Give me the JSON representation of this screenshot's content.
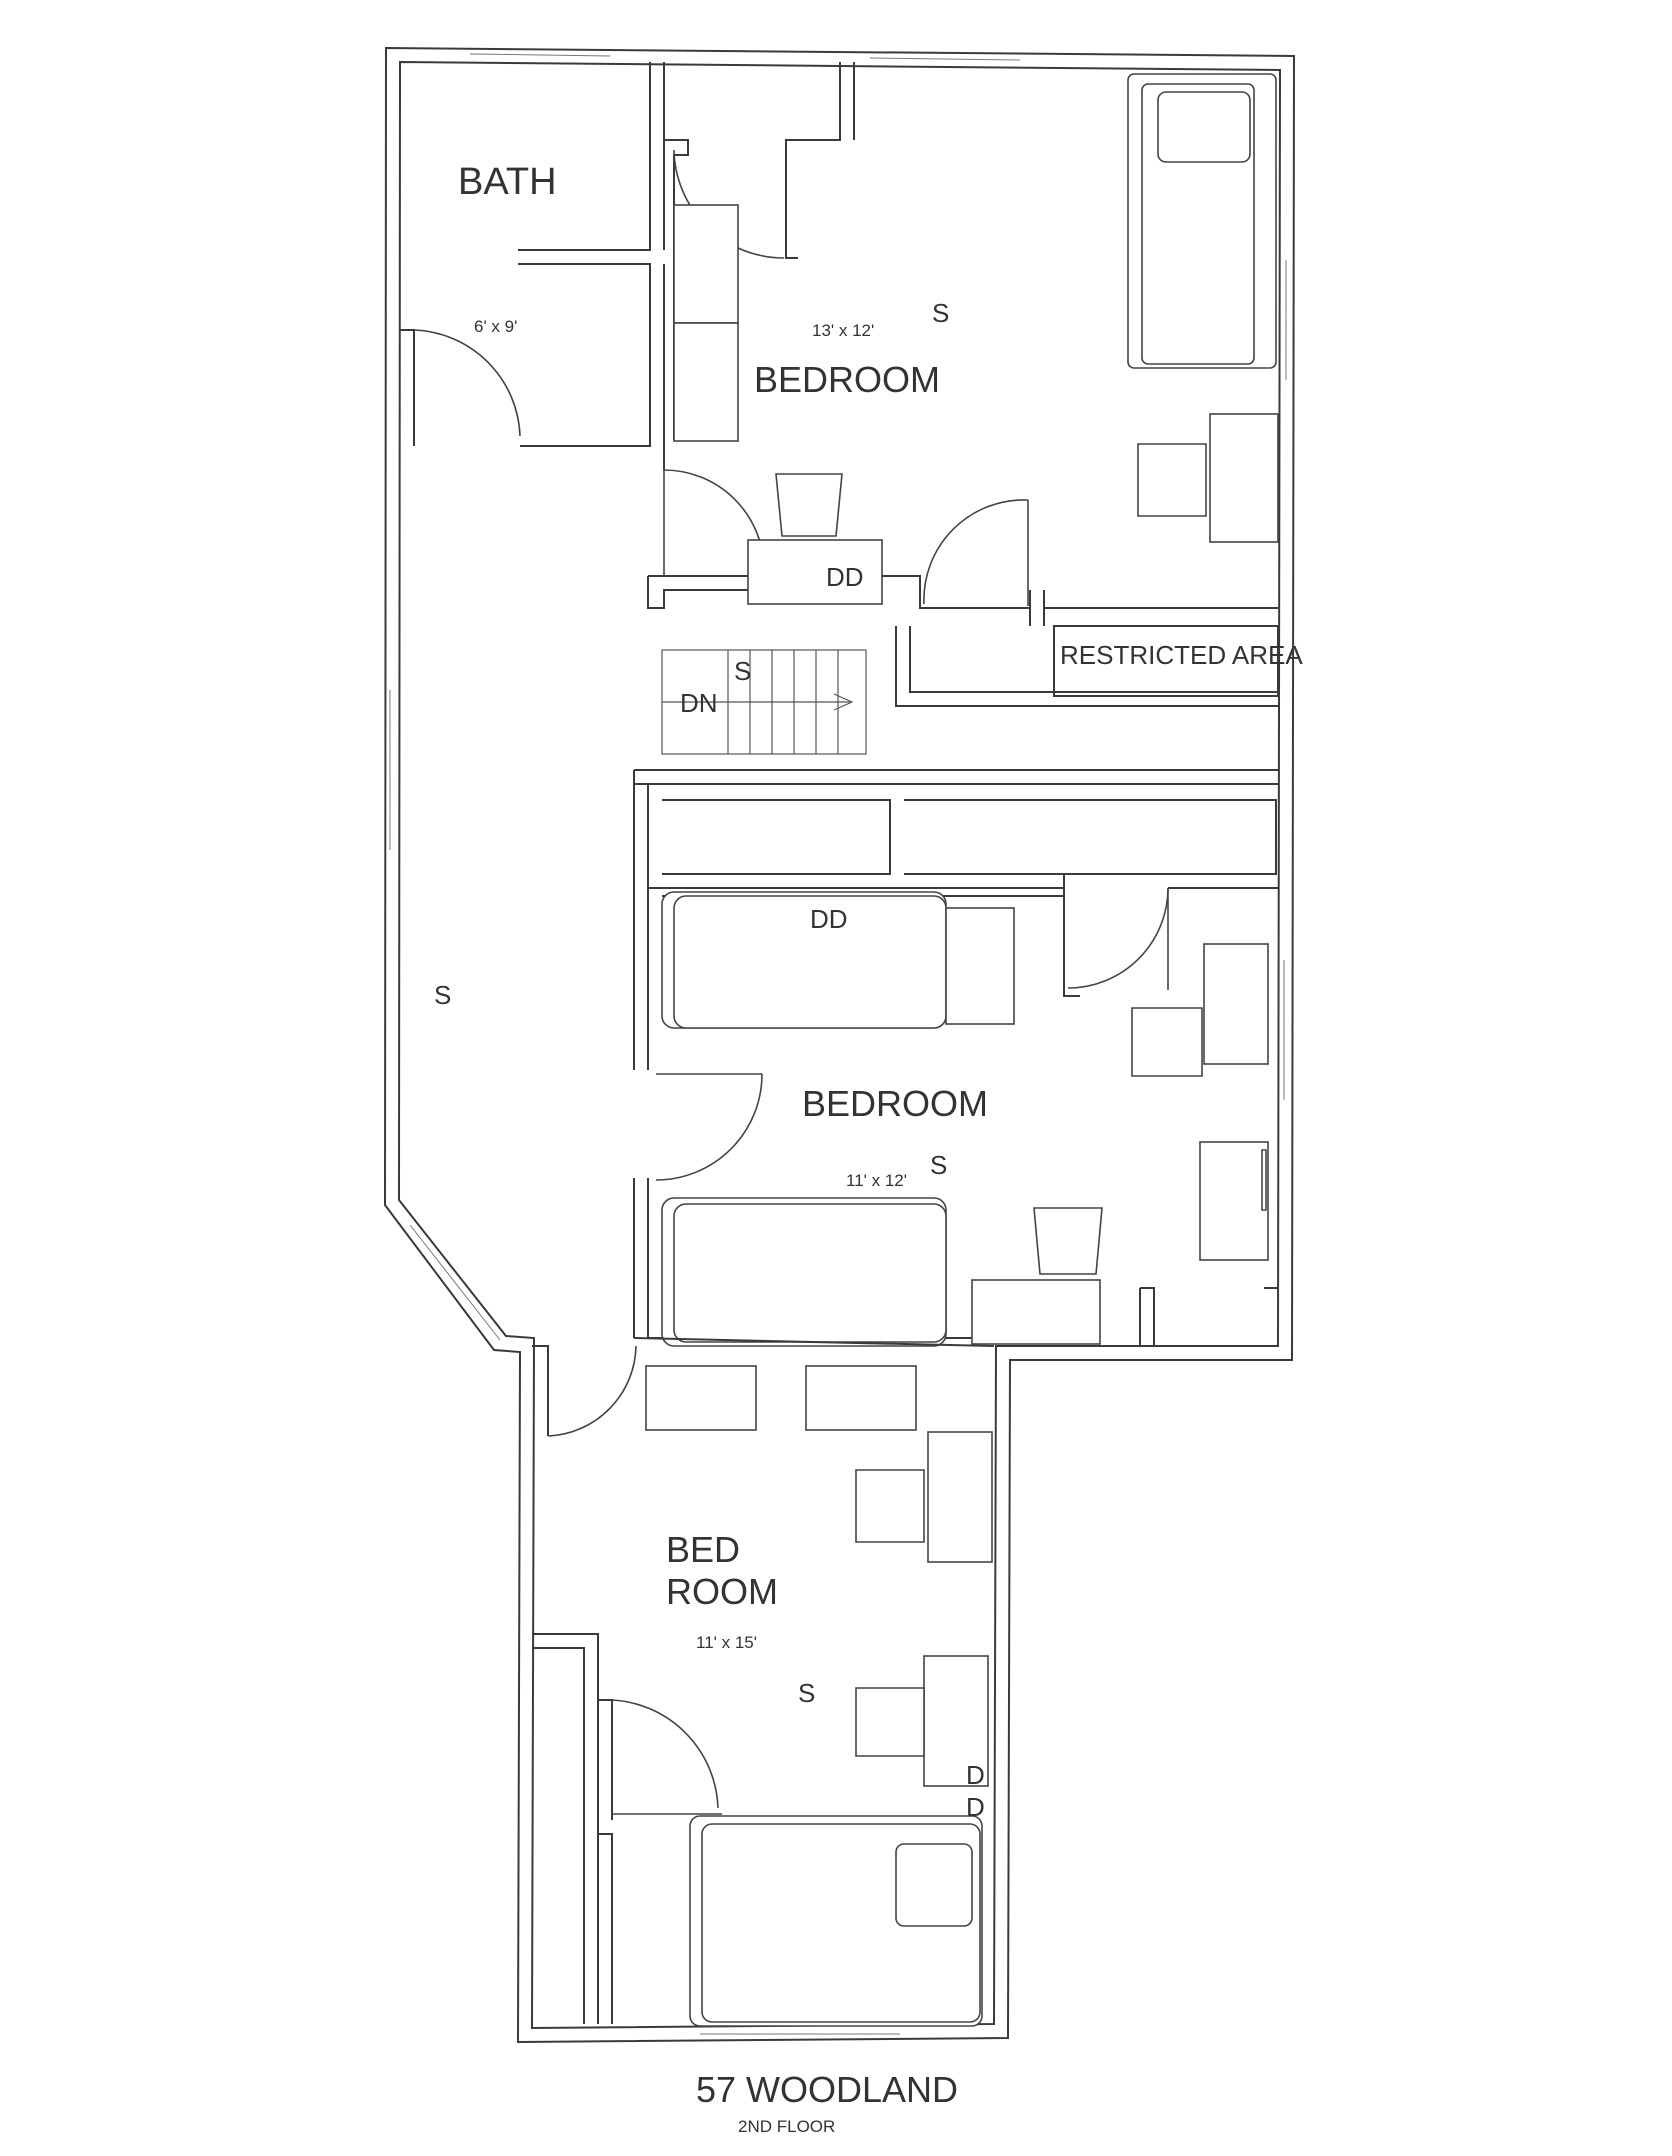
{
  "rooms": {
    "bath": {
      "name": "BATH",
      "size": "6' x 9'"
    },
    "bedroom_top": {
      "name": "BEDROOM",
      "size": "13' x 12'",
      "smoke": "S",
      "dresser": "DD"
    },
    "stairs": {
      "dir": "DN",
      "smoke": "S"
    },
    "restricted": {
      "name": "RESTRICTED AREA"
    },
    "hall": {
      "smoke": "S"
    },
    "bedroom_mid": {
      "name": "BEDROOM",
      "size": "11' x 12'",
      "smoke": "S",
      "dresser": "DD"
    },
    "bedroom_bottom": {
      "name_line1": "BED",
      "name_line2": "ROOM",
      "size": "11' x 15'",
      "smoke": "S",
      "dresser_1": "D",
      "dresser_2": "D"
    }
  },
  "footer": {
    "address": "57 WOODLAND",
    "floor": "2ND FLOOR"
  }
}
